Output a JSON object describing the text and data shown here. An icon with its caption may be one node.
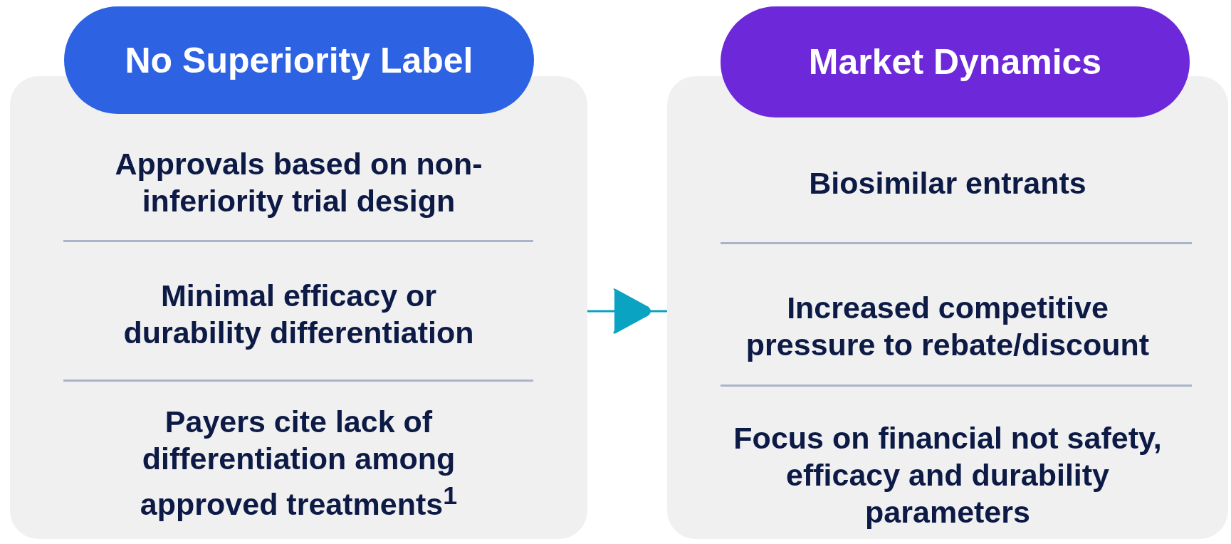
{
  "diagram": {
    "nodes": [
      {
        "text": [
          "No Superiority Label"
        ]
      },
      {
        "text": [
          "Approvals based on non-inferiority trial design",
          "Minimal efficacy or durability differentiation",
          "Payers cite lack of differentiation among approved treatments$^{1}$"
        ]
      },
      {
        "text": [
          "Market Dynamics"
        ]
      },
      {
        "text": [
          "Biosimilar entrants",
          "Increased competitive pressure to rebate/discount",
          "Focus on financial not safety, efficacy and durability parameters"
        ]
      }
    ],
    "edges": [
      {
        "from": 1,
        "to": 3,
        "arrow": "to"
      }
    ]
  }
}
